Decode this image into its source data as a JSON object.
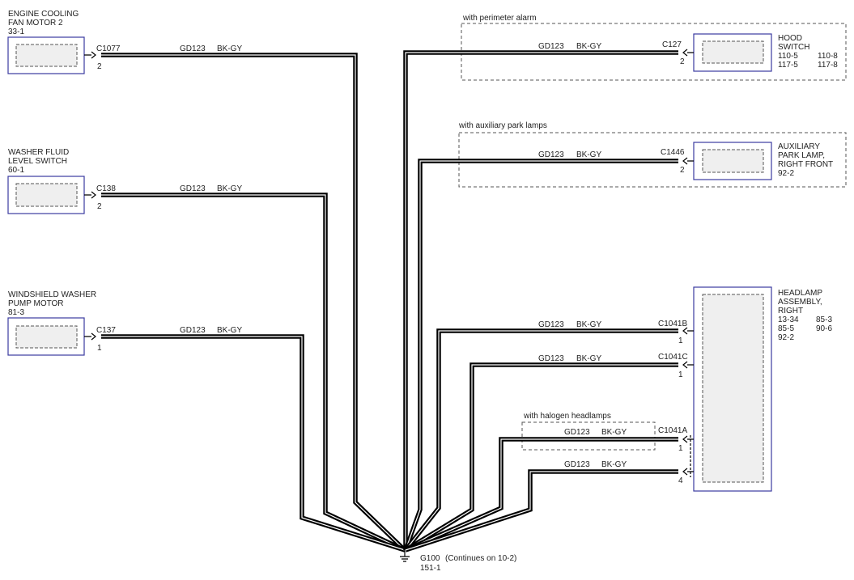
{
  "components": {
    "fan_motor": {
      "name1": "ENGINE COOLING",
      "name2": "FAN MOTOR 2",
      "ref": "33-1",
      "connector": "C1077",
      "pin": "2"
    },
    "washer_switch": {
      "name1": "WASHER FLUID",
      "name2": "LEVEL SWITCH",
      "ref": "60-1",
      "connector": "C138",
      "pin": "2"
    },
    "washer_pump": {
      "name1": "WINDSHIELD WASHER",
      "name2": "PUMP MOTOR",
      "ref": "81-3",
      "connector": "C137",
      "pin": "1"
    },
    "hood_switch": {
      "name1": "HOOD",
      "name2": "SWITCH",
      "ref_a1": "110-5",
      "ref_b1": "110-8",
      "ref_a2": "117-5",
      "ref_b2": "117-8",
      "connector": "C127",
      "pin": "2"
    },
    "aux_lamp": {
      "name1": "AUXILIARY",
      "name2": "PARK LAMP,",
      "name3": "RIGHT FRONT",
      "ref": "92-2",
      "connector": "C1446",
      "pin": "2"
    },
    "headlamp": {
      "name1": "HEADLAMP",
      "name2": "ASSEMBLY,",
      "name3": "RIGHT",
      "ref_a1": "13-34",
      "ref_b1": "85-3",
      "ref_a2": "85-5",
      "ref_b2": "90-6",
      "ref_a3": "92-2",
      "conn_b": "C1041B",
      "pin_b": "1",
      "conn_c": "C1041C",
      "pin_c": "1",
      "conn_a": "C1041A",
      "pin_a": "1",
      "pin_4": "4"
    }
  },
  "options": {
    "perimeter": "with perimeter alarm",
    "aux_park": "with auxiliary park lamps",
    "halogen": "with halogen headlamps"
  },
  "wire": {
    "circuit": "GD123",
    "color": "BK-GY"
  },
  "ground": {
    "id": "G100",
    "note": "(Continues on 10-2)",
    "ref": "151-1"
  }
}
